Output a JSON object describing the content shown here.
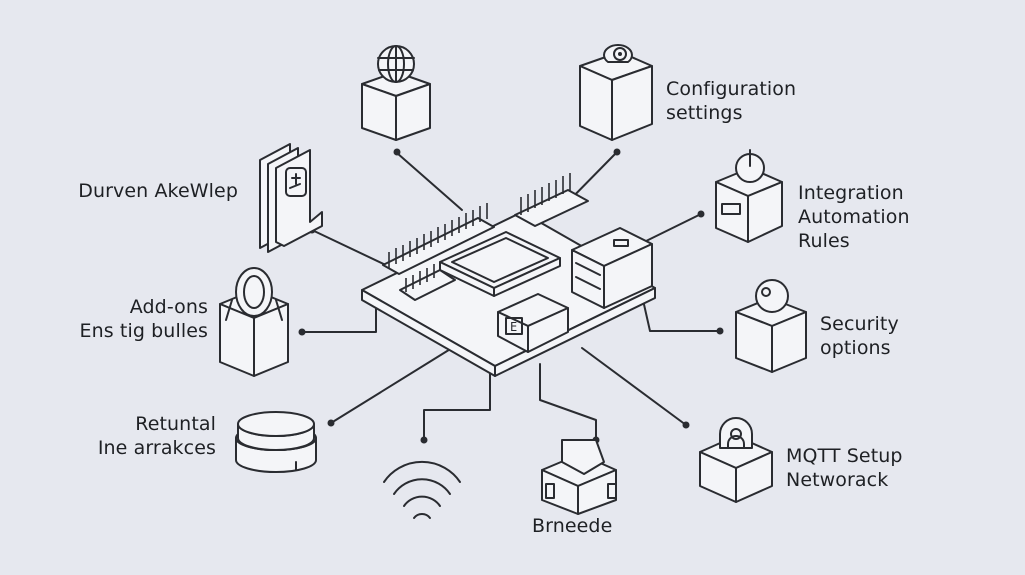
{
  "colors": {
    "background": "#e6e8ef",
    "stroke": "#2a2c31",
    "text": "#1e2024",
    "fill": "#f4f5f8"
  },
  "hub": {
    "icon": "circuit-board-icon"
  },
  "nodes": [
    {
      "id": "globe",
      "icon": "globe-cube-icon",
      "lines": []
    },
    {
      "id": "configuration",
      "icon": "gear-cube-icon",
      "lines": [
        "Configuration",
        "settings"
      ]
    },
    {
      "id": "durven",
      "icon": "document-stack-icon",
      "lines": [
        "Durven AkeWlep"
      ]
    },
    {
      "id": "integration",
      "icon": "power-cube-icon",
      "lines": [
        "Integration",
        "Automation",
        "Rules"
      ]
    },
    {
      "id": "addons",
      "icon": "ring-cube-icon",
      "lines": [
        "Add-ons",
        "Ens tig bulles"
      ]
    },
    {
      "id": "security",
      "icon": "sphere-cube-icon",
      "lines": [
        "Security",
        "options"
      ]
    },
    {
      "id": "retuntal",
      "icon": "disk-stack-icon",
      "lines": [
        "Retuntal",
        "Ine arrakces"
      ]
    },
    {
      "id": "wifi",
      "icon": "wifi-icon",
      "lines": []
    },
    {
      "id": "brneede",
      "icon": "module-box-icon",
      "lines": [
        "Brneede"
      ]
    },
    {
      "id": "mqtt",
      "icon": "lock-cube-icon",
      "lines": [
        "MQTT Setup",
        "Networack"
      ]
    }
  ]
}
